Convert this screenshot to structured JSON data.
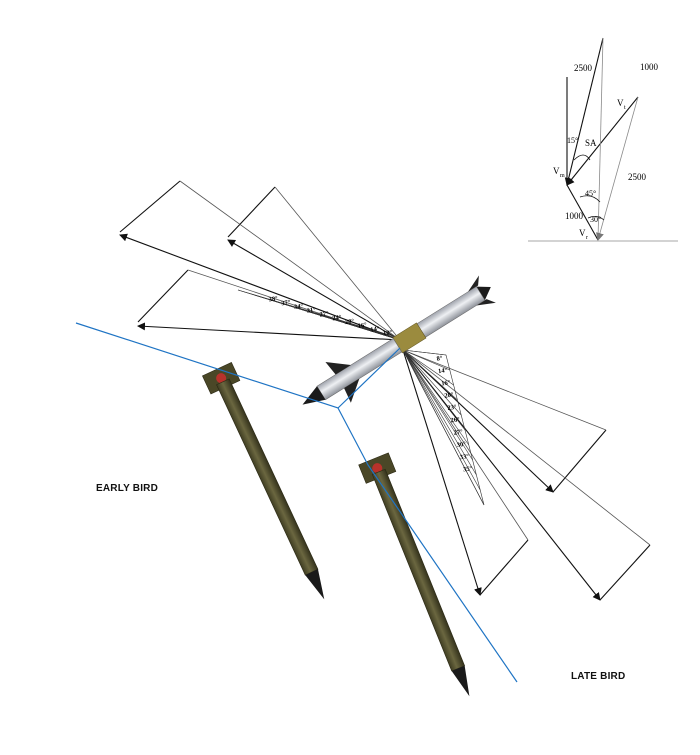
{
  "labels": {
    "early_bird": "EARLY BIRD",
    "late_bird": "LATE BIRD"
  },
  "vector_diagram": {
    "v2500_top": "2500",
    "v1000_top": "1000",
    "v_t": "V",
    "v_t_sub": "t",
    "angle_15": "15°",
    "sa": "SA",
    "v_m": "V",
    "v_m_sub": "m",
    "angle_45": "45°",
    "v2500_right": "2500",
    "v1000_left": "1000",
    "angle_30": "30°",
    "v_r": "V",
    "v_r_sub": "r"
  },
  "upper_fan_angles": [
    "38°",
    "37°",
    "34°",
    "31°",
    "27°",
    "24°",
    "20°",
    "16°",
    "14°",
    "10°"
  ],
  "lower_fan_angles": [
    "8°",
    "14°",
    "16°",
    "20°",
    "23°",
    "26°",
    "27°",
    "30°",
    "33°",
    "35°"
  ],
  "colors": {
    "trajectory_line": "#1f74c4",
    "missile_body": "#5a5732",
    "target_body": "#d9dbe0",
    "target_band": "#9a8a3a",
    "lines": "#111111",
    "thin_lines": "#8a8a8a"
  }
}
